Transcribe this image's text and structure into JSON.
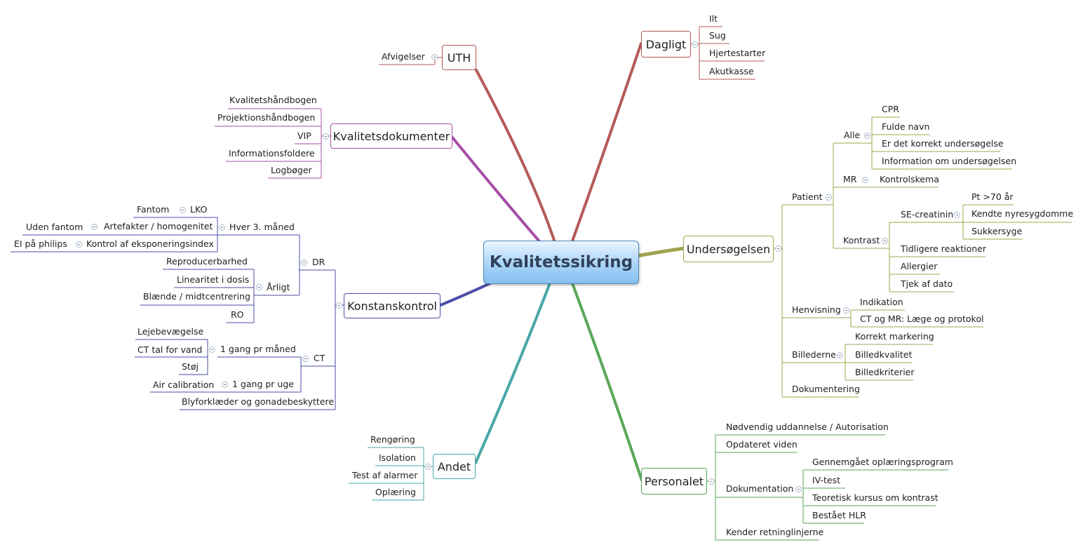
{
  "root": "Kvalitetssikring",
  "branches": {
    "uth": {
      "title": "UTH",
      "color": "#b55a5a",
      "items": {
        "afvigelser": "Afvigelser"
      }
    },
    "kvalitetsdokumenter": {
      "title": "Kvalitetsdokumenter",
      "color": "#a64ea6",
      "items": {
        "kvalitetshaandbogen": "Kvalitetshåndbogen",
        "projektionshaandbogen": "Projektionshåndbogen",
        "vip": "VIP",
        "informationsfoldere": "Informationsfoldere",
        "logboeger": "Logbøger"
      }
    },
    "konstanskontrol": {
      "title": "Konstanskontrol",
      "color": "#4a4ea6",
      "items": {
        "dr": "DR",
        "hver3": "Hver 3. måned",
        "lko": "LKO",
        "fantom": "Fantom",
        "artefakter": "Artefakter / homogenitet",
        "uden_fantom": "Uden fantom",
        "kontrol_eks": "Kontrol af eksponeringsindex",
        "ei_philips": "EI på philips",
        "aarligt": "Årligt",
        "reproducerbarhed": "Reproducerbarhed",
        "linearitet": "Linearitet i dosis",
        "blaende": "Blænde / midtcentrering",
        "ro": "RO",
        "ct": "CT",
        "gang_maaned": "1 gang pr måned",
        "lejebevaegelse": "Lejebevægelse",
        "ct_tal": "CT tal for vand",
        "stoej": "Støj",
        "gang_uge": "1 gang pr uge",
        "air_cal": "Air calibration",
        "blyforklaeder": "Blyforklæder og gonadebeskyttere"
      }
    },
    "andet": {
      "title": "Andet",
      "color": "#4aa6a6",
      "items": {
        "rengoering": "Rengøring",
        "isolation": "Isolation",
        "test_alarmer": "Test af alarmer",
        "oplaering": "Oplæring"
      }
    },
    "dagligt": {
      "title": "Dagligt",
      "color": "#b55a5a",
      "items": {
        "ilt": "Ilt",
        "sug": "Sug",
        "hjertestarter": "Hjertestarter",
        "akutkasse": "Akutkasse"
      }
    },
    "undersoegelsen": {
      "title": "Undersøgelsen",
      "color": "#9fa64e",
      "items": {
        "patient": "Patient",
        "alle": "Alle",
        "cpr": "CPR",
        "fulde_navn": "Fulde navn",
        "korrekt_us": "Er det korrekt undersøgelse",
        "info_us": "Information om undersøgelsen",
        "mr": "MR",
        "kontrolskema": "Kontrolskema",
        "kontrast": "Kontrast",
        "se_creatinin": "SE-creatinin",
        "pt70": "Pt >70 år",
        "nyresyg": "Kendte nyresygdomme",
        "sukkersyge": "Sukkersyge",
        "tidl_reaktioner": "Tidligere reaktioner",
        "allergier": "Allergier",
        "tjek_dato": "Tjek af dato",
        "henvisning": "Henvisning",
        "indikation": "Indikation",
        "ct_mr": "CT og MR: Læge og protokol",
        "billederne": "Billederne",
        "korrekt_markering": "Korrekt markering",
        "billedkvalitet": "Billedkvalitet",
        "billedkriterier": "Billedkriterier",
        "dokumentering": "Dokumentering"
      }
    },
    "personalet": {
      "title": "Personalet",
      "color": "#5aa65a",
      "items": {
        "noedvendig": "Nødvendig uddannelse / Autorisation",
        "opdateret": "Opdateret viden",
        "dokumentation": "Dokumentation",
        "gennemgaaet": "Gennemgået oplæringsprogram",
        "iv_test": "IV-test",
        "teoretisk": "Teoretisk kursus om kontrast",
        "bestaaet_hlr": "Bestået HLR",
        "kender": "Kender retninglinjerne"
      }
    }
  }
}
